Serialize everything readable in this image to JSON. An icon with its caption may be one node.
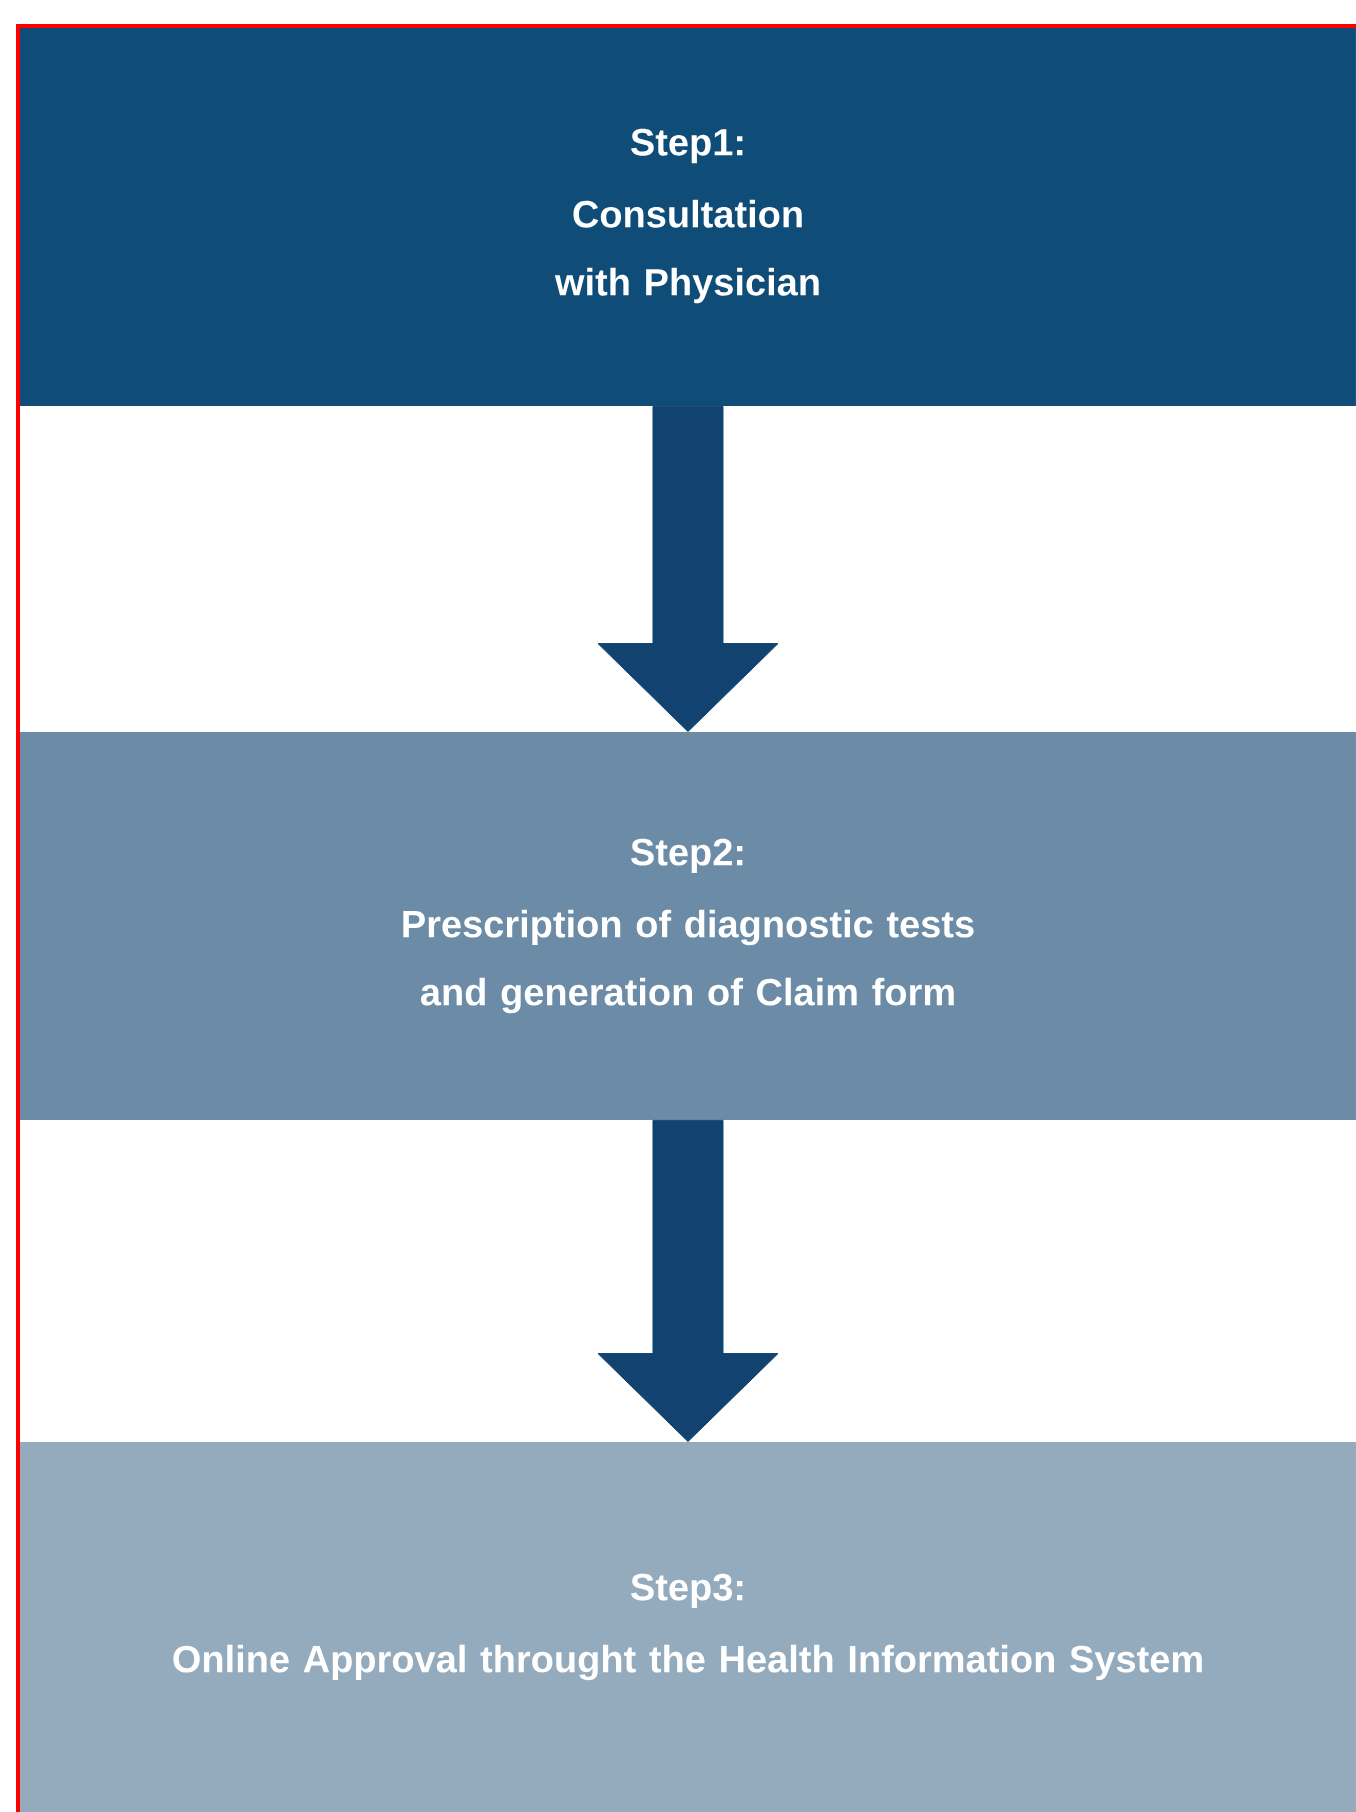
{
  "diagram": {
    "nodes": [
      {
        "text": [
          "Step1:",
          "Consultation with Physician"
        ]
      },
      {
        "text": [
          "Step2:",
          "Prescription of diagnostic tests and generation of Claim form"
        ]
      },
      {
        "text": [
          "Step3:",
          "Online Approval throught the Health Information System"
        ]
      }
    ],
    "edges": [
      {
        "from": 0,
        "to": 1,
        "arrow": "to"
      },
      {
        "from": 1,
        "to": 2,
        "arrow": "to"
      }
    ]
  }
}
